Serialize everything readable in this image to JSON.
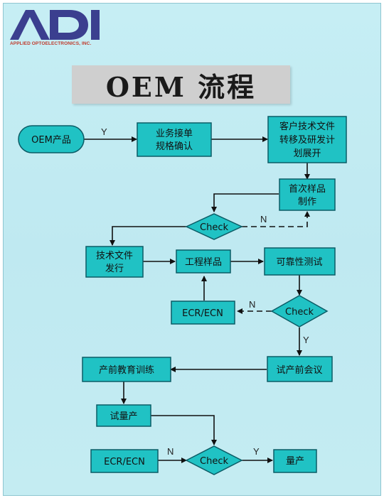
{
  "logo": {
    "letters": "ADI",
    "company": "APPLIED OPTOELECTRONICS, INC."
  },
  "title": "OEM 流程",
  "nodes": {
    "oem_product": "OEM产品",
    "business_spec": [
      "业务接单",
      "规格确认"
    ],
    "customer_tech": [
      "客户技术文件",
      "转移及研发计",
      "划展开"
    ],
    "first_sample": [
      "首次样品",
      "制作"
    ],
    "check1": "Check",
    "tech_doc": [
      "技术文件",
      "发行"
    ],
    "eng_sample": "工程样品",
    "reliability": "可靠性测试",
    "ecr1": "ECR/ECN",
    "check2": "Check",
    "pre_trial_meeting": "试产前会议",
    "pre_training": "产前教育训练",
    "trial_run": "试量产",
    "ecr2": "ECR/ECN",
    "check3": "Check",
    "mass_production": "量产"
  },
  "labels": {
    "y1": "Y",
    "n1": "N",
    "n2": "N",
    "y2": "Y",
    "n3": "N",
    "y3": "Y"
  },
  "colors": {
    "node_fill": "#20c2c4",
    "node_stroke": "#0b5c66",
    "arrow": "#111111",
    "logo": "#3b3f8f"
  }
}
